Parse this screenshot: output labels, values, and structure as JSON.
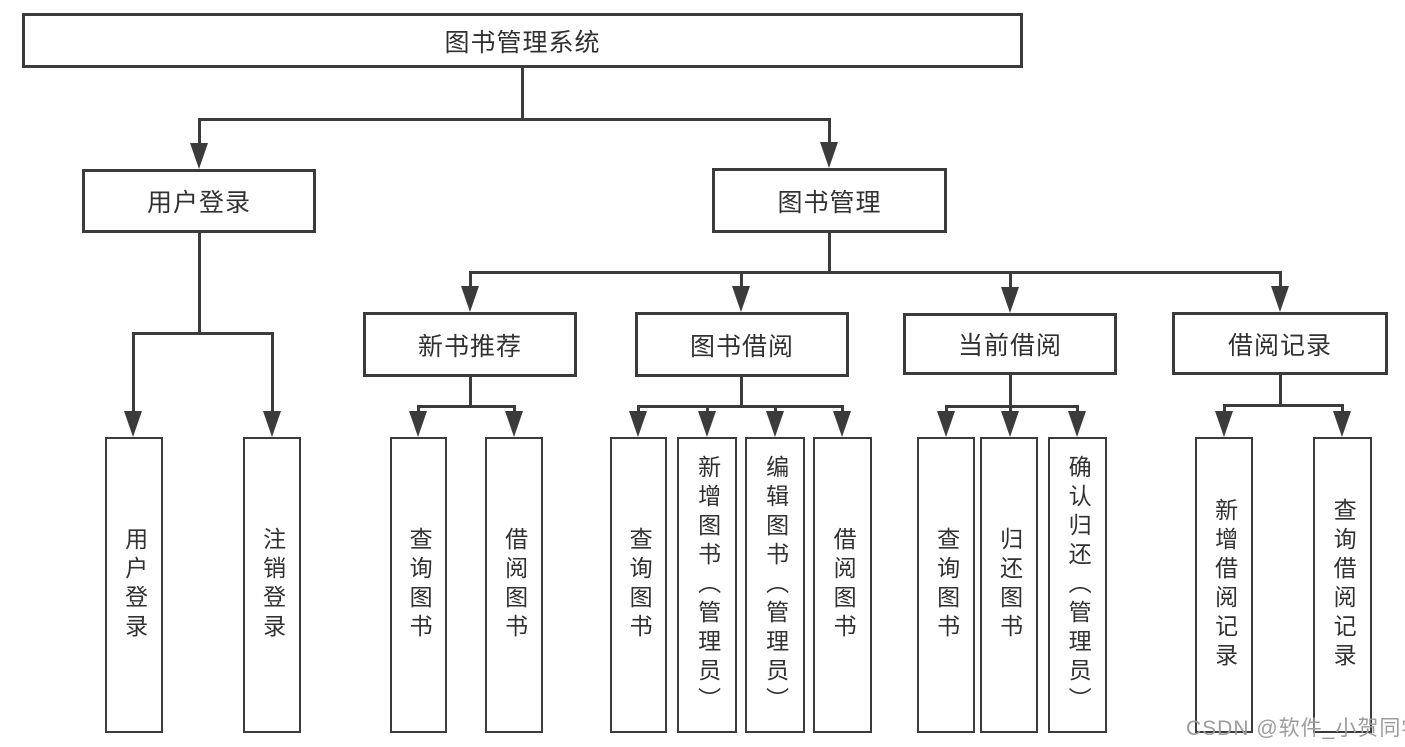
{
  "title": "图书管理系统",
  "colors": {
    "line": "#3b3b3b",
    "text": "#313131",
    "background": "#ffffff",
    "watermark": "#9c9c9c"
  },
  "nodes": {
    "root": {
      "label": "图书管理系统"
    },
    "user_login": {
      "label": "用户登录"
    },
    "book_mgmt": {
      "label": "图书管理"
    },
    "new_book_rec": {
      "label": "新书推荐"
    },
    "book_borrow": {
      "label": "图书借阅"
    },
    "current_borrow": {
      "label": "当前借阅"
    },
    "borrow_record": {
      "label": "借阅记录"
    },
    "leaf_user_login": {
      "label": "用户登录"
    },
    "leaf_logout": {
      "label": "注销登录"
    },
    "leaf_newbook_query": {
      "label": "查询图书"
    },
    "leaf_newbook_borrow": {
      "label": "借阅图书"
    },
    "leaf_borrow_query": {
      "label": "查询图书"
    },
    "leaf_borrow_add": {
      "label": "新增图书（管理员）"
    },
    "leaf_borrow_edit": {
      "label": "编辑图书（管理员）"
    },
    "leaf_borrow_borrow": {
      "label": "借阅图书"
    },
    "leaf_current_query": {
      "label": "查询图书"
    },
    "leaf_current_return": {
      "label": "归还图书"
    },
    "leaf_current_confirm": {
      "label": "确认归还（管理员）"
    },
    "leaf_record_add": {
      "label": "新增借阅记录"
    },
    "leaf_record_query": {
      "label": "查询借阅记录"
    }
  },
  "tree": {
    "root": "图书管理系统",
    "children": [
      {
        "label": "用户登录",
        "children": [
          "用户登录",
          "注销登录"
        ]
      },
      {
        "label": "图书管理",
        "children": [
          {
            "label": "新书推荐",
            "children": [
              "查询图书",
              "借阅图书"
            ]
          },
          {
            "label": "图书借阅",
            "children": [
              "查询图书",
              "新增图书（管理员）",
              "编辑图书（管理员）",
              "借阅图书"
            ]
          },
          {
            "label": "当前借阅",
            "children": [
              "查询图书",
              "归还图书",
              "确认归还（管理员）"
            ]
          },
          {
            "label": "借阅记录",
            "children": [
              "新增借阅记录",
              "查询借阅记录"
            ]
          }
        ]
      }
    ]
  },
  "watermark": {
    "text": "CSDN @软件_小贺同学"
  }
}
